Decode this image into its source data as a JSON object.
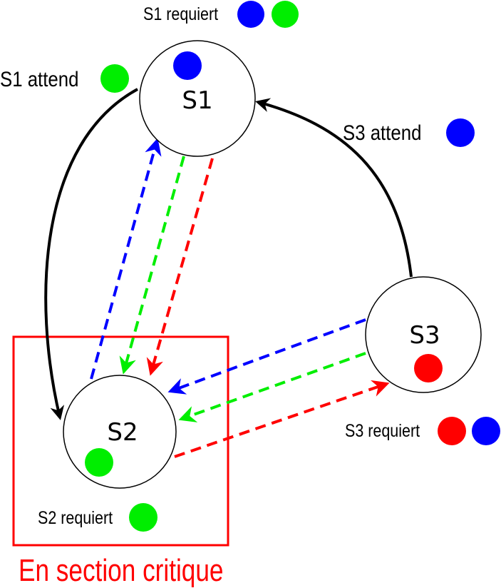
{
  "colors": {
    "blue": "#0000ff",
    "green": "#00ee00",
    "red": "#ff0000",
    "black": "#000000"
  },
  "nodes": {
    "s1": {
      "label": "S1",
      "token": "blue"
    },
    "s2": {
      "label": "S2",
      "token": "green"
    },
    "s3": {
      "label": "S3",
      "token": "red"
    }
  },
  "captions": {
    "s1_requiert": {
      "text": "S1 requiert",
      "tokens": [
        "blue",
        "green"
      ]
    },
    "s1_attend": {
      "text": "S1 attend",
      "tokens": [
        "green"
      ]
    },
    "s3_attend": {
      "text": "S3 attend",
      "tokens": [
        "blue"
      ]
    },
    "s3_requiert": {
      "text": "S3 requiert",
      "tokens": [
        "red",
        "blue"
      ]
    },
    "s2_requiert": {
      "text": "S2 requiert",
      "tokens": [
        "green"
      ]
    }
  },
  "critical_section": {
    "label": "En section critique",
    "color": "red"
  },
  "wait_arrows": [
    {
      "from": "s1",
      "to": "s2",
      "style": "solid"
    },
    {
      "from": "s3",
      "to": "s1",
      "style": "solid"
    }
  ],
  "message_arrows": [
    {
      "from": "s2",
      "to": "s1",
      "color": "blue",
      "style": "dashed"
    },
    {
      "from": "s1",
      "to": "s2",
      "color": "green",
      "style": "dashed"
    },
    {
      "from": "s1",
      "to": "s2",
      "color": "red",
      "style": "dashed"
    },
    {
      "from": "s3",
      "to": "s2",
      "color": "blue",
      "style": "dashed"
    },
    {
      "from": "s3",
      "to": "s2",
      "color": "green",
      "style": "dashed"
    },
    {
      "from": "s2",
      "to": "s3",
      "color": "red",
      "style": "dashed"
    }
  ]
}
